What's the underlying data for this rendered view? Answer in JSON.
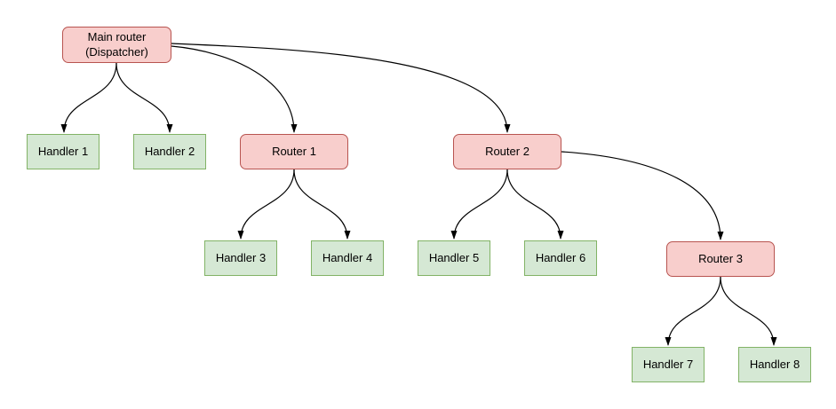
{
  "diagram": {
    "nodes": {
      "main": {
        "label": "Main router\n(Dispatcher)",
        "type": "router"
      },
      "h1": {
        "label": "Handler 1",
        "type": "handler"
      },
      "h2": {
        "label": "Handler 2",
        "type": "handler"
      },
      "r1": {
        "label": "Router 1",
        "type": "router"
      },
      "r2": {
        "label": "Router 2",
        "type": "router"
      },
      "h3": {
        "label": "Handler 3",
        "type": "handler"
      },
      "h4": {
        "label": "Handler 4",
        "type": "handler"
      },
      "h5": {
        "label": "Handler 5",
        "type": "handler"
      },
      "h6": {
        "label": "Handler 6",
        "type": "handler"
      },
      "r3": {
        "label": "Router 3",
        "type": "router"
      },
      "h7": {
        "label": "Handler 7",
        "type": "handler"
      },
      "h8": {
        "label": "Handler 8",
        "type": "handler"
      }
    },
    "edges": [
      {
        "from": "main",
        "to": "h1"
      },
      {
        "from": "main",
        "to": "h2"
      },
      {
        "from": "main",
        "to": "r1"
      },
      {
        "from": "main",
        "to": "r2"
      },
      {
        "from": "r1",
        "to": "h3"
      },
      {
        "from": "r1",
        "to": "h4"
      },
      {
        "from": "r2",
        "to": "h5"
      },
      {
        "from": "r2",
        "to": "h6"
      },
      {
        "from": "r2",
        "to": "r3"
      },
      {
        "from": "r3",
        "to": "h7"
      },
      {
        "from": "r3",
        "to": "h8"
      }
    ]
  },
  "colors": {
    "canvas_bg": "#ffffff",
    "router_fill": "#f8cecc",
    "router_border": "#b85450",
    "handler_fill": "#d5e8d4",
    "handler_border": "#82b366",
    "edge_color": "#000000"
  }
}
